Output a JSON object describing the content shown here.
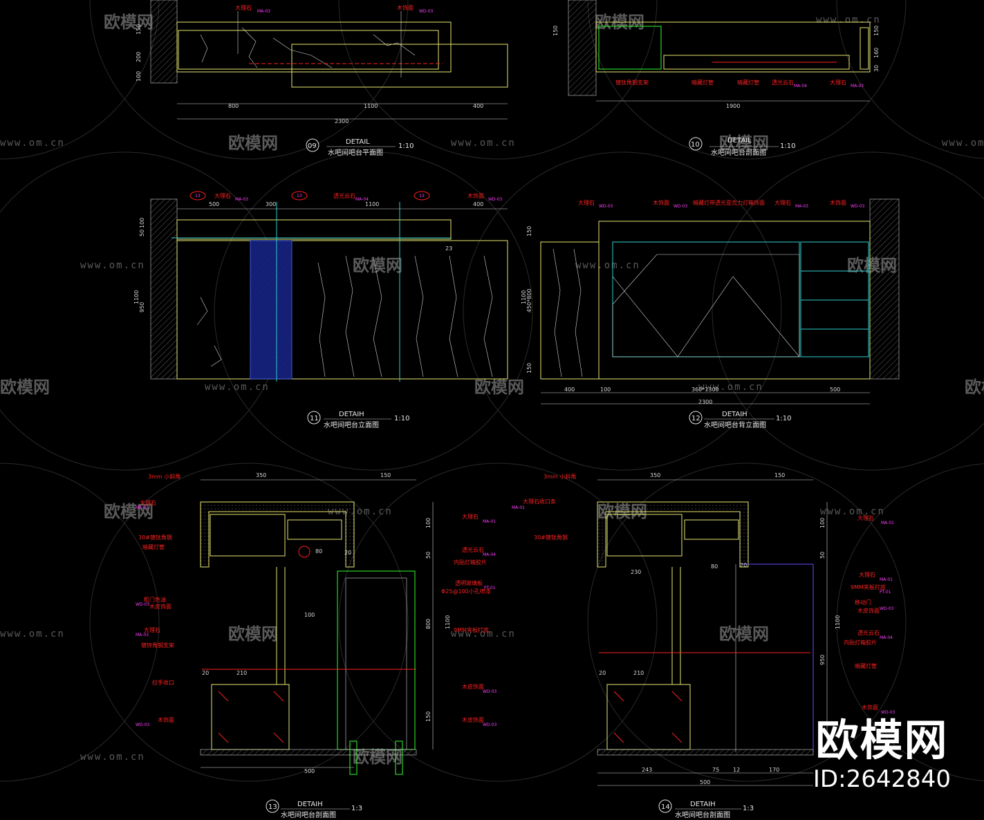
{
  "watermark": {
    "brand": "欧模网",
    "url": "www.om.cn"
  },
  "brand_box": {
    "name": "欧模网",
    "id": "ID:2642840"
  },
  "details": [
    {
      "num": "09",
      "header": "DETAIL",
      "name": "水吧间吧台平面图",
      "scale": "1:10"
    },
    {
      "num": "10",
      "header": "DETAIL",
      "name": "水吧间吧台剖面图",
      "scale": "1:10"
    },
    {
      "num": "11",
      "header": "DETAIH",
      "name": "水吧间吧台立面图",
      "scale": "1:10"
    },
    {
      "num": "12",
      "header": "DETAIH",
      "name": "水吧间吧台背立面图",
      "scale": "1:10"
    },
    {
      "num": "13",
      "header": "DETAIH",
      "name": "水吧间吧台剖面图",
      "scale": "1:3"
    },
    {
      "num": "14",
      "header": "DETAIH",
      "name": "水吧间吧台剖面图",
      "scale": "1:3"
    }
  ],
  "d09": {
    "dims_bottom": [
      "800",
      "1100",
      "400"
    ],
    "dim_total": "2300",
    "dims_left": [
      "150",
      "200",
      "100"
    ],
    "notes": [
      {
        "text": "大理石",
        "tag": "MA-03"
      },
      {
        "text": "木饰面",
        "tag": "WD-03"
      }
    ]
  },
  "d10": {
    "dim_total": "1900",
    "dims_right": [
      "150",
      "160",
      "30"
    ],
    "dim_left": "150",
    "notes": [
      {
        "text": "镀钛角钢支架",
        "tag": ""
      },
      {
        "text": "暗藏灯管",
        "tag": ""
      },
      {
        "text": "暗藏灯管",
        "tag": ""
      },
      {
        "text": "透光云石",
        "tag": "MA-04"
      },
      {
        "text": "大理石",
        "tag": "MA-03"
      }
    ]
  },
  "d11": {
    "dims_top": [
      "500",
      "300",
      "1100",
      "400"
    ],
    "dims_left": [
      "50",
      "100",
      "1100",
      "950"
    ],
    "sections": [
      "13",
      "13",
      "13"
    ],
    "callout": "23",
    "notes": [
      {
        "text": "大理石",
        "tag": "MA-03"
      },
      {
        "text": "透光云石",
        "tag": "MA-04"
      },
      {
        "text": "木饰面",
        "tag": "WD-03"
      }
    ]
  },
  "d12": {
    "dims_bottom": [
      "400",
      "100",
      "360*1300",
      "500"
    ],
    "dim_total": "2300",
    "dims_left": [
      "150",
      "1100",
      "450*800",
      "150"
    ],
    "notes": [
      {
        "text": "大理石",
        "tag": "WD-03"
      },
      {
        "text": "木饰面",
        "tag": "WD-03"
      },
      {
        "text": "暗藏灯带透光亚克力灯箱饰面",
        "tag": ""
      },
      {
        "text": "大理石",
        "tag": "MA-03"
      },
      {
        "text": "木饰面",
        "tag": "WD-03"
      }
    ]
  },
  "d13": {
    "dims_top": [
      "350",
      "150"
    ],
    "dims_bottom": [
      "500"
    ],
    "dims_right": [
      "100",
      "50",
      "800",
      "1100",
      "150"
    ],
    "inner_dims": [
      "80",
      "20",
      "100",
      "210",
      "20"
    ],
    "notes_left": [
      {
        "text": "3mm 小斜角",
        "tag": ""
      },
      {
        "text": "大理石",
        "tag": "MA-01"
      },
      {
        "text": "30#镀钛角钢",
        "tag": ""
      },
      {
        "text": "暗藏灯管",
        "tag": ""
      },
      {
        "text": "柜门色油",
        "tag": "WD-03"
      },
      {
        "text": "木皮饰面",
        "tag": ""
      },
      {
        "text": "大理石",
        "tag": "MA-03"
      },
      {
        "text": "镀锌角钢支架",
        "tag": ""
      },
      {
        "text": "拉手收口",
        "tag": ""
      },
      {
        "text": "木饰面",
        "tag": "WD-03"
      }
    ],
    "notes_right": [
      {
        "text": "大理石",
        "tag": "MA-01"
      },
      {
        "text": "透光云石",
        "tag": "MA-04"
      },
      {
        "text": "内贴灯箱胶片",
        "tag": ""
      },
      {
        "text": "透明玻璃板",
        "tag": "PT-01"
      },
      {
        "text": "Φ25@100小孔喷漆",
        "tag": ""
      },
      {
        "text": "9MM夹板打底",
        "tag": ""
      },
      {
        "text": "木皮饰面",
        "tag": "WD-03"
      },
      {
        "text": "木皮饰面",
        "tag": "WD-03"
      }
    ]
  },
  "d14": {
    "dims_top": [
      "350",
      "150"
    ],
    "dims_bottom": [
      "243",
      "75",
      "12",
      "170"
    ],
    "dim_total": "500",
    "dims_right": [
      "100",
      "50",
      "1100",
      "950"
    ],
    "inner_dims": [
      "230",
      "80",
      "20",
      "20",
      "210"
    ],
    "notes_left": [
      {
        "text": "3mm 小斜角",
        "tag": ""
      },
      {
        "text": "大理石收口条",
        "tag": "MA-01"
      },
      {
        "text": "30#镀钛角钢",
        "tag": ""
      }
    ],
    "notes_right": [
      {
        "text": "大理石",
        "tag": "MA-01"
      },
      {
        "text": "大理石",
        "tag": "MA-01"
      },
      {
        "text": "9MM夹板打底",
        "tag": "PT-01"
      },
      {
        "text": "移动门",
        "tag": ""
      },
      {
        "text": "木皮饰面",
        "tag": "WD-03"
      },
      {
        "text": "透光云石",
        "tag": "MA-04"
      },
      {
        "text": "内贴灯箱胶片",
        "tag": ""
      },
      {
        "text": "暗藏灯管",
        "tag": ""
      },
      {
        "text": "木饰面",
        "tag": "WD-03"
      }
    ]
  }
}
